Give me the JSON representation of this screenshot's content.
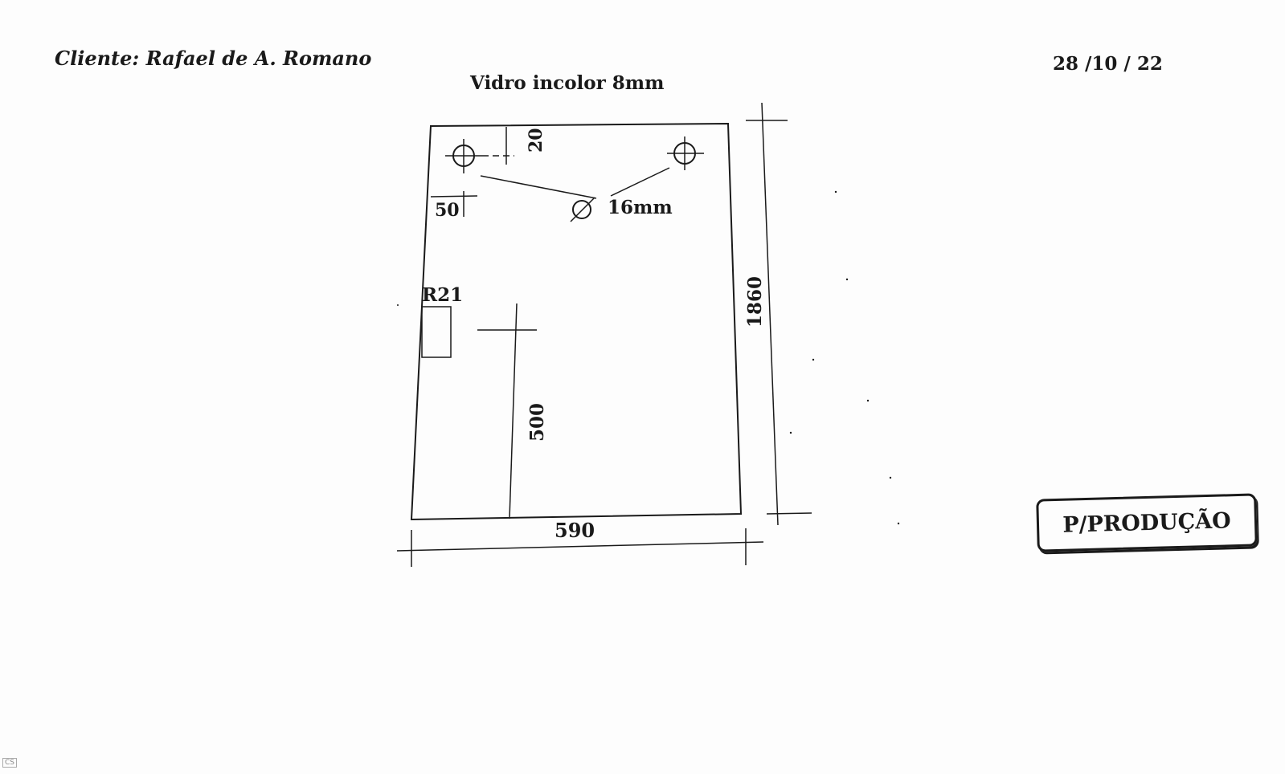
{
  "header": {
    "client": "Cliente: Rafael de A. Romano",
    "date": "28 /10 / 22",
    "glass": "Vidro incolor 8mm"
  },
  "dimensions": {
    "width": "590",
    "height": "1860",
    "hole_offset_top": "20",
    "hole_offset_side": "50",
    "hole_diameter": "16mm",
    "notch_label": "R21",
    "notch_position": "500",
    "diameter_symbol": "Ø"
  },
  "stamp": {
    "label": "P/PRODUÇÃO"
  },
  "scanner": {
    "label": "CS"
  }
}
